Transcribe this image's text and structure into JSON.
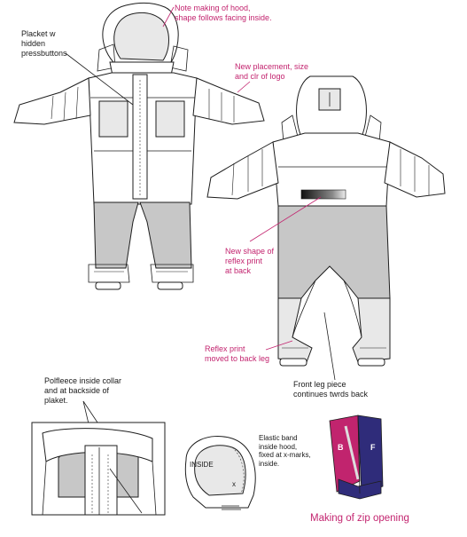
{
  "annotations": {
    "hood_note": "Note making of hood,\nshape follows facing inside.",
    "placket_note": "Placket w\nhidden\npressbuttons",
    "logo_note": "New placement, size\nand clr of logo",
    "reflex_shape_note": "New shape of\nreflex print\nat back",
    "reflex_print_note": "Reflex print\nmoved to back leg",
    "front_leg_note": "Front leg piece\ncontinues twrds back",
    "polfleece_note": "Polfleece inside collar\nand at backside of\nplaket.",
    "elastic_note": "Elastic band\ninside hood,\nfixed at x-marks,\ninside.",
    "hood_inside_label": "INSIDE",
    "x_mark": "x",
    "zip_back_label": "B",
    "zip_front_label": "F",
    "zip_caption": "Making of zip opening"
  },
  "colors": {
    "annotation": "#c3246f",
    "text": "#1a1a1a",
    "panel_grey": "#c7c7c7",
    "zip_back_magenta": "#c1246e",
    "zip_front_navy": "#2f2c7a"
  }
}
